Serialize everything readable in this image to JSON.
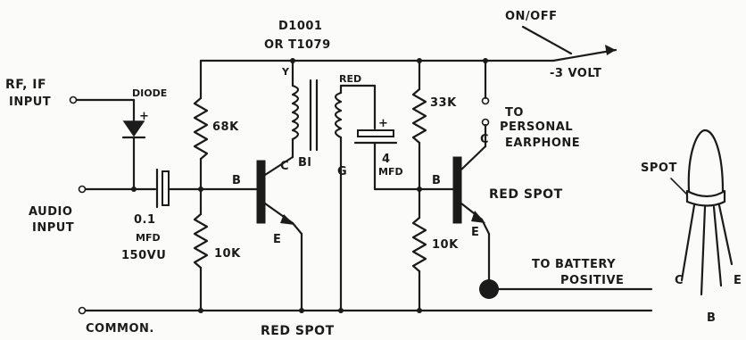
{
  "labels": {
    "rf_if": "RF, IF",
    "input_top": "INPUT",
    "diode": "DIODE",
    "audio": "AUDIO",
    "input_bottom": "INPUT",
    "cap_value": "0.1",
    "cap_unit": "MFD",
    "cap_voltage": "150VU",
    "r68k": "68K",
    "r10k_left": "10K",
    "d1001": "D1001",
    "or_t1079": "OR T1079",
    "y": "Y",
    "red_top": "RED",
    "b1": "B",
    "c1": "C",
    "bl": "Bl",
    "g": "G",
    "e1": "E",
    "cap4": "4",
    "cap4_unit": "MFD",
    "plus": "+",
    "r33k": "33K",
    "r10k_right": "10K",
    "b2": "B",
    "c2": "C",
    "e2": "E",
    "redspot_right": "RED SPOT",
    "onoff": "ON/OFF",
    "volt": "-3 VOLT",
    "to": "TO",
    "personal": "PERSONAL",
    "earphone": "EARPHONE",
    "battery1": "TO BATTERY",
    "battery2": "POSITIVE",
    "common": "COMMON.",
    "redspot_bottom": "RED SPOT",
    "spot": "SPOT",
    "pin_c": "C",
    "pin_b": "B",
    "pin_e": "E"
  }
}
